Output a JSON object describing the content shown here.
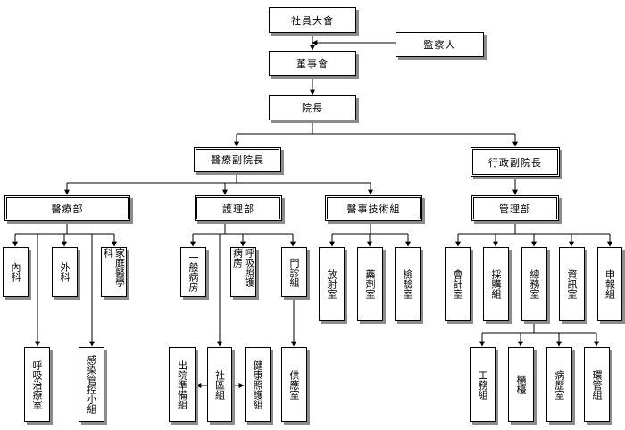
{
  "colors": {
    "line": "#000000",
    "box_shadow": "#8c8c8c",
    "background": "#ffffff"
  },
  "nodes": {
    "assembly": "社員大會",
    "supervisor": "監察人",
    "board": "董事會",
    "president": "院長",
    "medical_vp": "醫療副院長",
    "admin_vp": "行政副院長",
    "medical_dept": "醫療部",
    "nursing_dept": "護理部",
    "medtech_group": "醫事技術組",
    "management_dept": "管理部",
    "internal_med": "內科",
    "surgery": "外科",
    "family_med": "家庭醫學科",
    "respiratory_room": "呼吸治療室",
    "infection_control": "感染管控小組",
    "general_ward": "一般病房",
    "respiratory_ward": "呼吸照護病房",
    "outpatient": "門診組",
    "discharge_prep": "出院準備組",
    "community": "社區組",
    "health_care": "健康照護組",
    "supply_room": "供應室",
    "radiology": "放射室",
    "pharmacy": "藥劑室",
    "laboratory": "檢驗室",
    "accounting": "會計室",
    "procurement": "採購組",
    "general_affairs": "總務室",
    "information": "資訊室",
    "claims": "申報組",
    "engineering": "工務組",
    "counter": "櫃檯",
    "medical_records": "病歷室",
    "environment": "環管組"
  }
}
